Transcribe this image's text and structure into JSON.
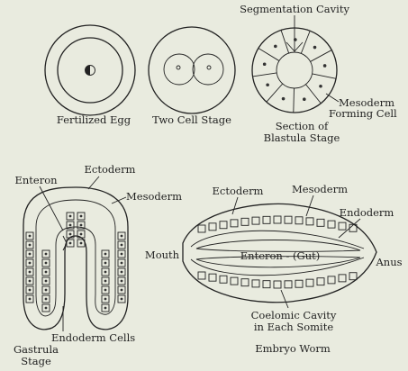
{
  "stages": {
    "fertilized_egg": "Fertilized Egg",
    "two_cell": "Two Cell Stage",
    "blastula_line1": "Section of",
    "blastula_line2": "Blastula Stage",
    "gastrula_line1": "Gastrula",
    "gastrula_line2": "Stage",
    "embryo_worm": "Embryo Worm"
  },
  "labels": {
    "segmentation_cavity": "Segmentation Cavity",
    "mesoderm_forming_1": "Mesoderm",
    "mesoderm_forming_2": "Forming Cell",
    "enteron": "Enteron",
    "ectoderm_gastrula": "Ectoderm",
    "mesoderm_gastrula": "Mesoderm",
    "endoderm_cells": "Endoderm Cells",
    "ectoderm_worm": "Ectoderm",
    "mesoderm_worm": "Mesoderm",
    "endoderm_worm": "Endoderm",
    "mouth": "Mouth",
    "enteron_gut": "Enteron - (Gut)",
    "anus": "Anus",
    "coelomic_1": "Coelomic Cavity",
    "coelomic_2": "in Each Somite"
  }
}
